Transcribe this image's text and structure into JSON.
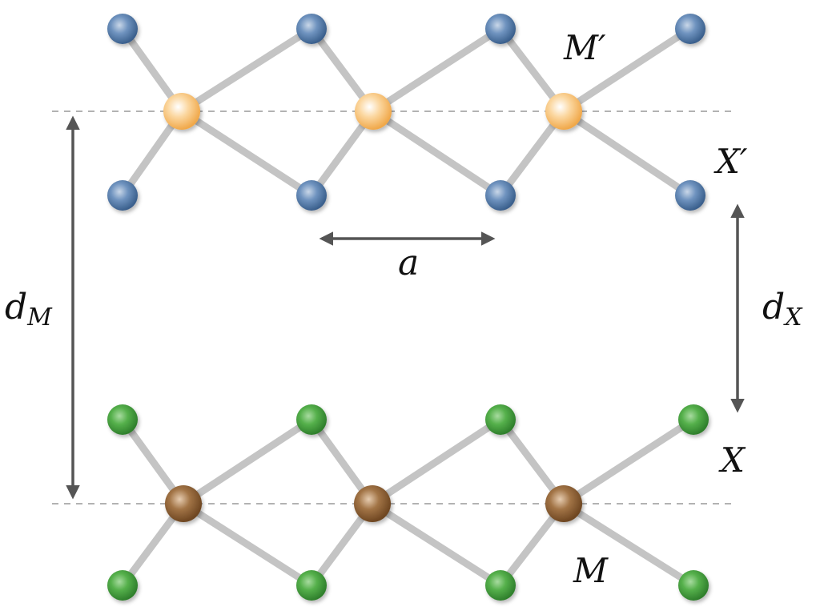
{
  "labels": {
    "top_metal": "M′",
    "top_chalcogen": "X′",
    "lattice_constant": "a",
    "dist_metal_base": "d",
    "dist_metal_sub": "M",
    "dist_chalcogen_base": "d",
    "dist_chalcogen_sub": "X",
    "bottom_chalcogen": "X",
    "bottom_metal": "M"
  },
  "colors": {
    "top_metal": "#f5b45a",
    "top_chalcogen": "#4e79a7",
    "bottom_metal": "#8b5e34",
    "bottom_chalcogen": "#3f9a3a"
  }
}
